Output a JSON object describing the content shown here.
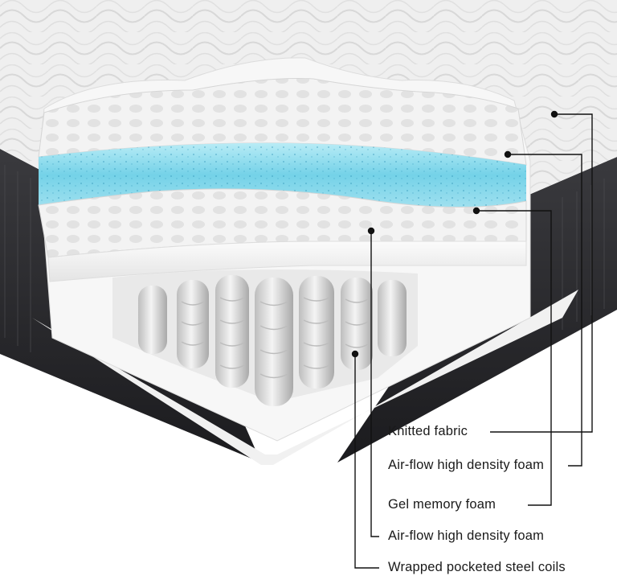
{
  "diagram": {
    "labels": [
      {
        "id": "knitted-fabric",
        "text": "Knitted fabric"
      },
      {
        "id": "airflow-foam-top",
        "text": "Air-flow high density foam"
      },
      {
        "id": "gel-memory-foam",
        "text": "Gel memory foam"
      },
      {
        "id": "airflow-foam-bottom",
        "text": "Air-flow high density foam"
      },
      {
        "id": "pocketed-coils",
        "text": "Wrapped pocketed steel coils"
      }
    ],
    "colors": {
      "gel_layer": "#7fd6ea",
      "border_fabric": "#2b2b2e",
      "quilted_top": "#ececec",
      "leader_line": "#111111"
    }
  }
}
